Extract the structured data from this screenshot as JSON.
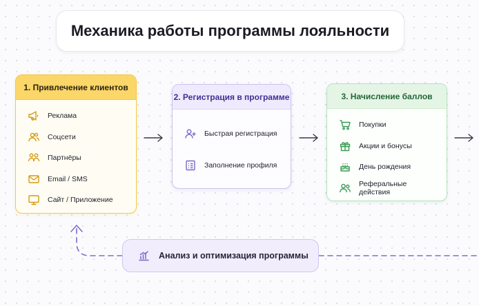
{
  "title": "Механика работы программы лояльности",
  "stages": [
    {
      "header": "1. Привлечение клиентов",
      "items": [
        {
          "label": "Реклама",
          "icon": "megaphone-icon"
        },
        {
          "label": "Соцсети",
          "icon": "users-icon"
        },
        {
          "label": "Партнёры",
          "icon": "partners-icon"
        },
        {
          "label": "Email / SMS",
          "icon": "mail-icon"
        },
        {
          "label": "Сайт / Приложение",
          "icon": "monitor-icon"
        }
      ]
    },
    {
      "header": "2. Регистрация в программе",
      "items": [
        {
          "label": "Быстрая регистрация",
          "icon": "user-plus-icon"
        },
        {
          "label": "Заполнение профиля",
          "icon": "form-icon"
        }
      ]
    },
    {
      "header": "3. Начисление баллов",
      "items": [
        {
          "label": "Покупки",
          "icon": "cart-icon"
        },
        {
          "label": "Акции и бонусы",
          "icon": "gift-icon"
        },
        {
          "label": "День рождения",
          "icon": "cake-icon"
        },
        {
          "label": "Реферальные действия",
          "icon": "referral-icon"
        }
      ]
    }
  ],
  "feedback": {
    "label": "Анализ и оптимизация программы",
    "icon": "bar-chart-icon"
  },
  "colors": {
    "stage1": "#f2c842",
    "stage2": "#7a67c9",
    "stage3": "#3b9a55",
    "dashed_line": "#7b6ccf",
    "arrow": "#3a3a44"
  }
}
